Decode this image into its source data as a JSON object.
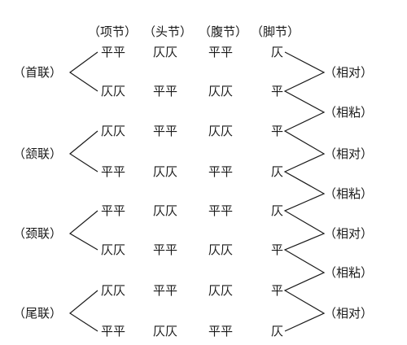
{
  "headers": [
    "（项节）",
    "（头节）",
    "（腹节）",
    "（脚节）"
  ],
  "couplets": [
    {
      "label": "（首联）",
      "lines": [
        [
          "平平",
          "仄仄",
          "平平",
          "仄"
        ],
        [
          "仄仄",
          "平平",
          "仄仄",
          "平"
        ]
      ]
    },
    {
      "label": "（颔联）",
      "lines": [
        [
          "仄仄",
          "平平",
          "仄仄",
          "平"
        ],
        [
          "平平",
          "仄仄",
          "平平",
          "仄"
        ]
      ]
    },
    {
      "label": "（颈联）",
      "lines": [
        [
          "平平",
          "仄仄",
          "平平",
          "仄"
        ],
        [
          "仄仄",
          "平平",
          "仄仄",
          "平"
        ]
      ]
    },
    {
      "label": "（尾联）",
      "lines": [
        [
          "仄仄",
          "平平",
          "仄仄",
          "平"
        ],
        [
          "平平",
          "仄仄",
          "平平",
          "仄"
        ]
      ]
    }
  ],
  "right_labels": {
    "dui": "（相对）",
    "nian": "（相粘）"
  },
  "colors": {
    "ink": "#1a1a1a",
    "background": "#ffffff"
  }
}
